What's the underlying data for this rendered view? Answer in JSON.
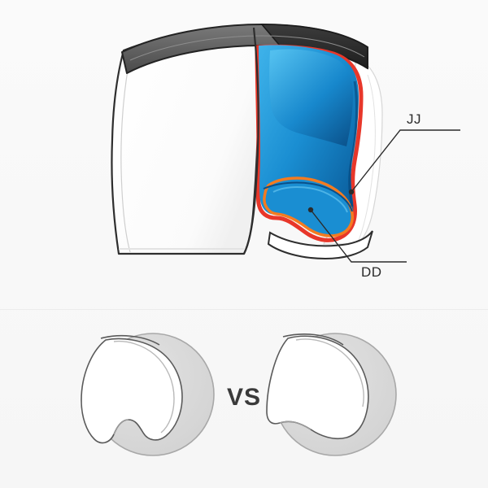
{
  "diagram": {
    "title_labels": {
      "jj": "JJ",
      "dd": "DD"
    },
    "comparison": {
      "vs": "VS",
      "left_caption": "",
      "right_caption": ""
    },
    "colors": {
      "background": "#f7f7f7",
      "fabric_white": "#ffffff",
      "waistband_gray": "#5e5e5e",
      "pouch_blue_light": "#29a3e0",
      "pouch_blue_dark": "#0a5fa8",
      "outline_red": "#e8372a",
      "outline_orange": "#f47b20",
      "line_dark": "#2b2b2b",
      "circle_gray": "#d9d9d9",
      "circle_stroke": "#9a9a9a"
    }
  }
}
